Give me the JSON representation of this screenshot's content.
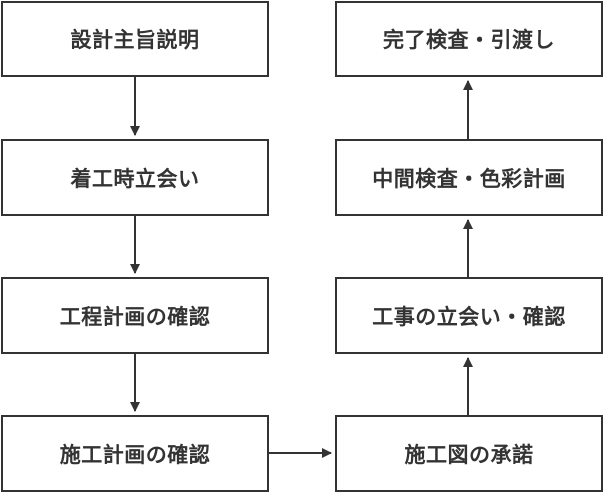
{
  "left_column": [
    {
      "label": "設計主旨説明"
    },
    {
      "label": "着工時立会い"
    },
    {
      "label": "工程計画の確認"
    },
    {
      "label": "施工計画の確認"
    }
  ],
  "right_column": [
    {
      "label": "完了検査・引渡し"
    },
    {
      "label": "中間検査・色彩計画"
    },
    {
      "label": "工事の立会い・確認"
    },
    {
      "label": "施工図の承諾"
    }
  ],
  "colors": {
    "stroke": "#333333",
    "text": "#333333",
    "background": "#ffffff"
  }
}
